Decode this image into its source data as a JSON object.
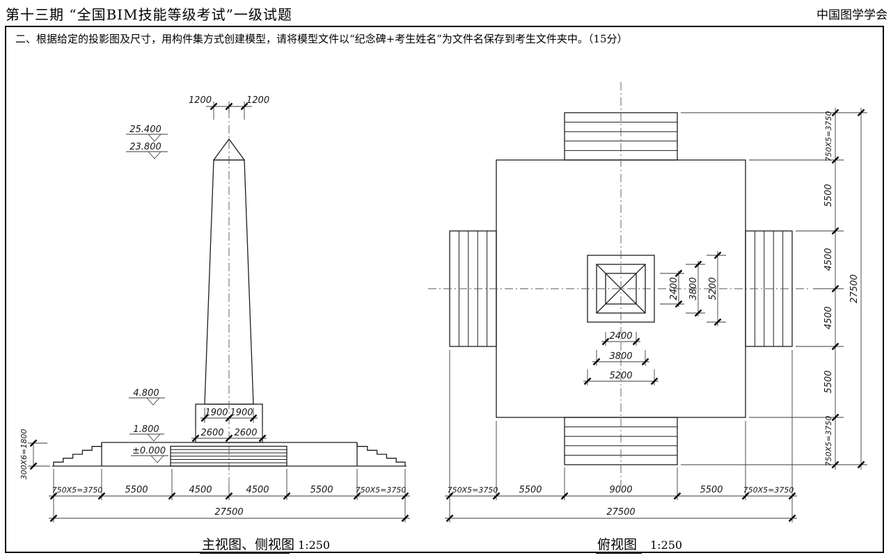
{
  "header": {
    "title_left": "第十三期 “全国BIM技能等级考试”一级试题",
    "title_right": "中国图学学会"
  },
  "instruction": {
    "text": "二、根据给定的投影图及尺寸，用构件集方式创建模型，请将模型文件以“纪念碑+考生姓名”为文件名保存到考生文件夹中。（15分）"
  },
  "front_view": {
    "label": "主视图、侧视图",
    "scale": "1:250",
    "elevations": {
      "apex": "25.400",
      "tip_base": "23.800",
      "pedestal_top": "4.800",
      "platform_top": "1.800",
      "ground": "±0.000"
    },
    "top_dims": [
      "1200",
      "1200"
    ],
    "shaft_base_dims": [
      "1900",
      "1900"
    ],
    "pedestal_dims": [
      "2600",
      "2600"
    ],
    "stair_rise": "300X6=1800",
    "chain": [
      "750X5=3750",
      "5500",
      "4500",
      "4500",
      "5500",
      "750X5=3750"
    ],
    "total": "27500"
  },
  "plan_view": {
    "label": "俯视图",
    "scale": "1:250",
    "center_dims": [
      "2400",
      "3800",
      "5200"
    ],
    "bottom_chain": [
      "750X5=3750",
      "5500",
      "9000",
      "5500",
      "750X5=3750"
    ],
    "right_chain": [
      "750X5=3750",
      "5500",
      "4500",
      "4500",
      "5500",
      "750X5=3750"
    ],
    "total": "27500"
  }
}
